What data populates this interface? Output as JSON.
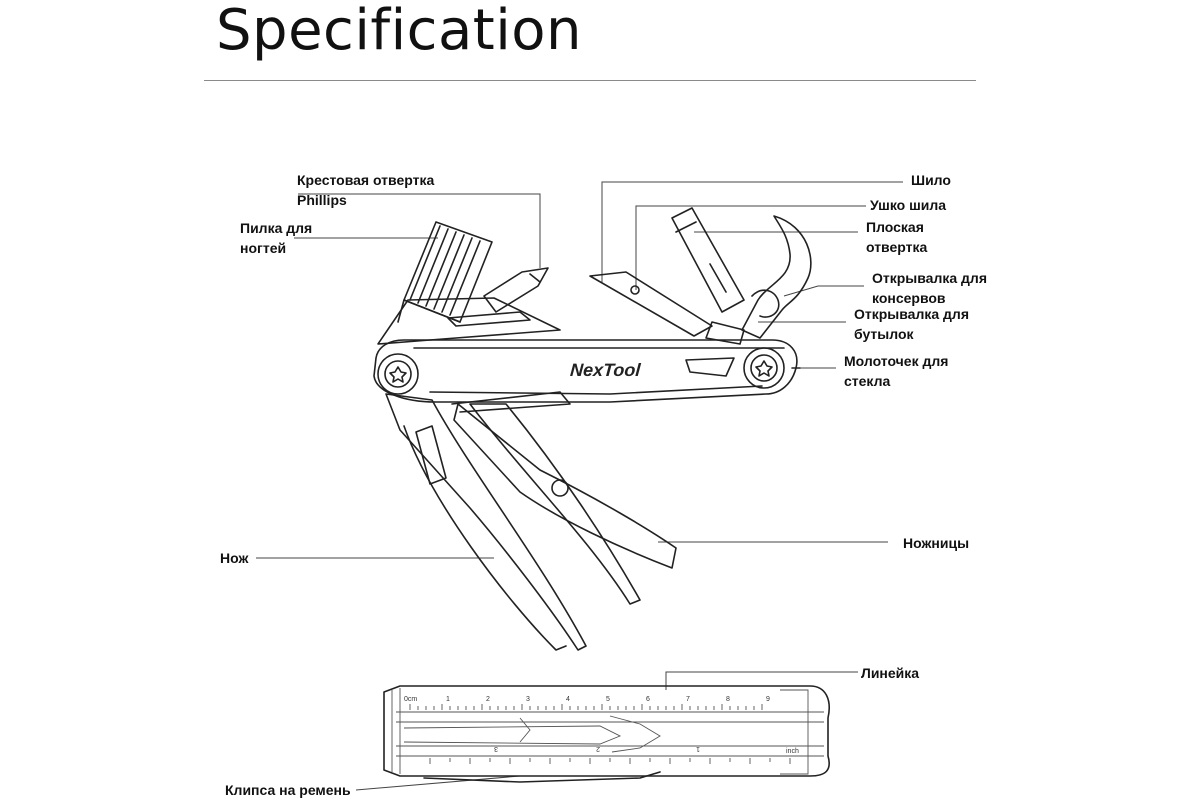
{
  "title": "Specification",
  "brand": "NexTool",
  "labels": {
    "phillips_screwdriver": [
      "Крестовая отвертка",
      "Phillips"
    ],
    "nail_file": [
      "Пилка для",
      "ногтей"
    ],
    "knife": "Нож",
    "awl": "Шило",
    "awl_eye": "Ушко шила",
    "flat_screwdriver": [
      "Плоская",
      "отвертка"
    ],
    "can_opener": [
      "Открывалка для",
      "консервов"
    ],
    "bottle_opener": [
      "Открывалка для",
      "бутылок"
    ],
    "glass_hammer": [
      "Молоточек для",
      "стекла"
    ],
    "scissors": "Ножницы",
    "ruler": "Линейка",
    "belt_clip": "Клипса на ремень"
  },
  "ruler": {
    "unit_top": "0cm",
    "unit_bottom": "inch",
    "cm_ticks": [
      "1",
      "2",
      "3",
      "4",
      "5",
      "6",
      "7",
      "8",
      "9"
    ],
    "inch_ticks": [
      "1",
      "2",
      "3"
    ]
  },
  "colors": {
    "line": "#222222",
    "text": "#111111",
    "rule": "#8a8a8a"
  }
}
